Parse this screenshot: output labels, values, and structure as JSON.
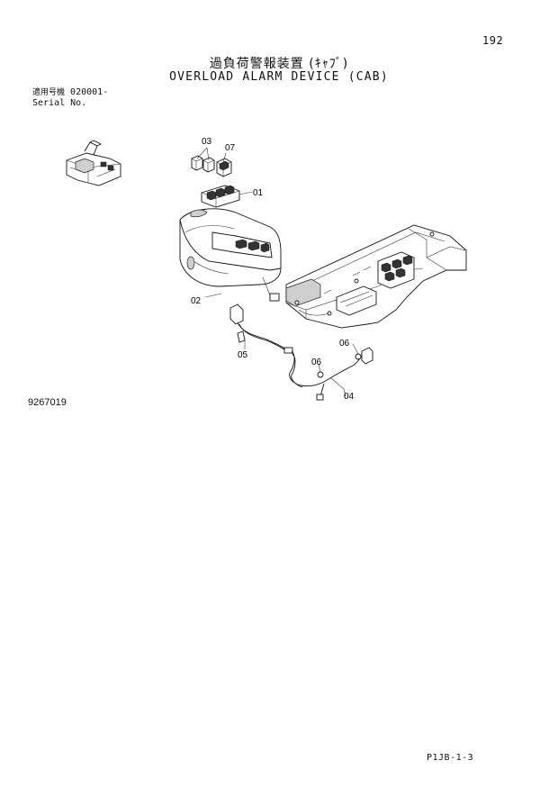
{
  "page": {
    "page_number": "192",
    "title_jp": "過負荷警報装置 (ｷｬﾌﾞ)",
    "title_en": "OVERLOAD ALARM DEVICE (CAB)",
    "serial_label_jp": "適用号機",
    "serial_value": "020001-",
    "serial_label_en": "Serial No.",
    "drawing_number": "9267019",
    "page_code": "P1JB-1-3"
  },
  "callouts": {
    "c01": "01",
    "c02": "02",
    "c03": "03",
    "c04": "04",
    "c05": "05",
    "c06a": "06",
    "c06b": "06",
    "c07": "07"
  }
}
